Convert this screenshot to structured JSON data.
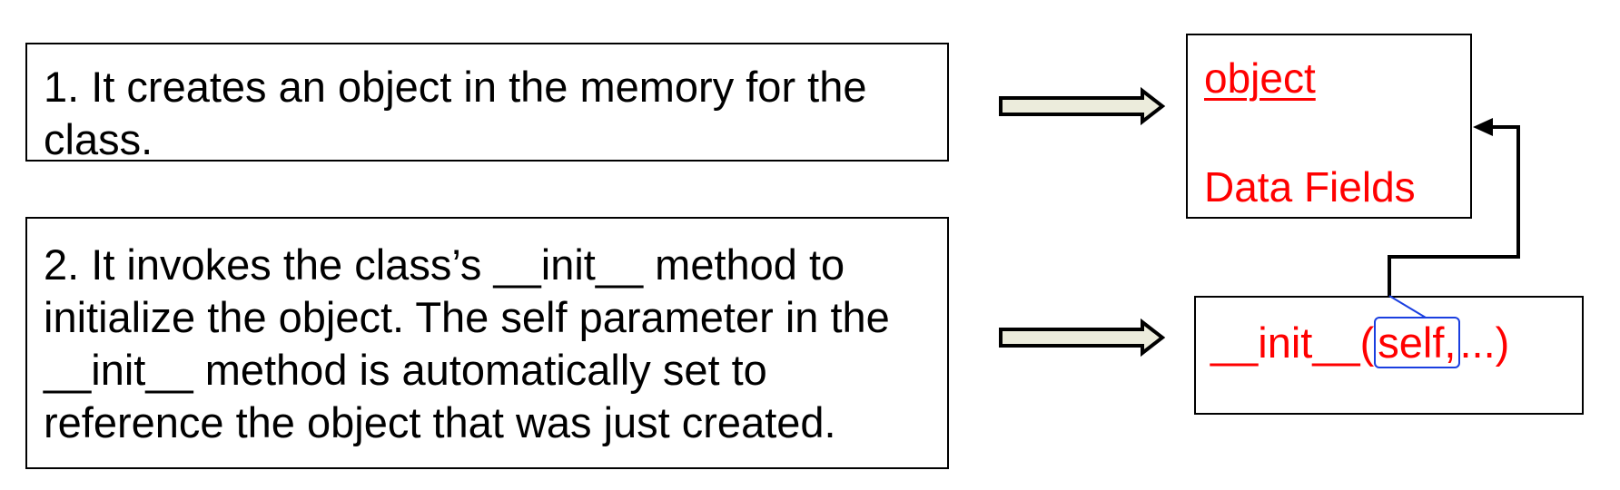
{
  "steps": [
    {
      "text": "1. It creates an object in the memory for the\nclass."
    },
    {
      "text": "2. It invokes the class’s __init__ method to\ninitialize the object. The self parameter in the\n__init__ method is automatically set to\nreference the object that was just created."
    }
  ],
  "object_box": {
    "title": "object",
    "fields": "Data Fields"
  },
  "init_box": {
    "prefix": "__init__(",
    "self_arg": "self,",
    "suffix": "...)"
  },
  "colors": {
    "text": "#000000",
    "highlight": "#ff0000",
    "self_outline": "#1a3fe0",
    "arrow_fill": "#ececdc"
  }
}
